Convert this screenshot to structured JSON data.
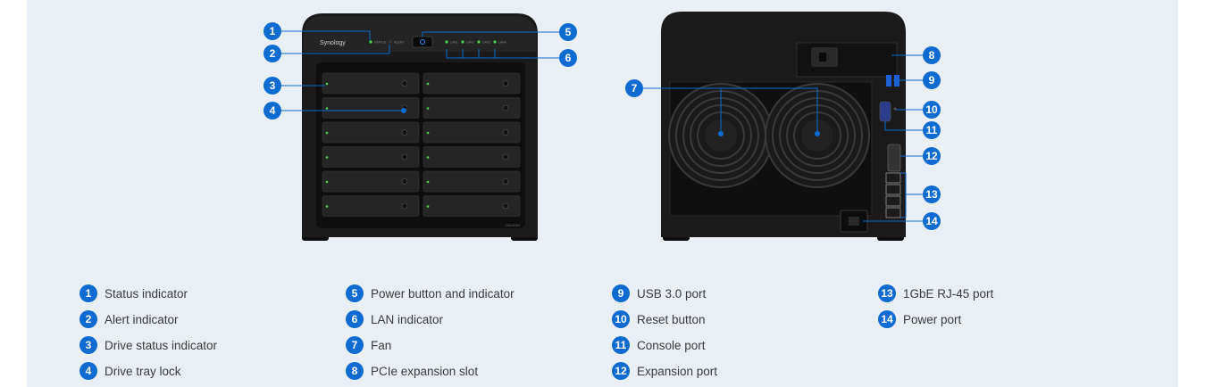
{
  "front": {
    "brand": "Synology",
    "model": "DS2415+",
    "status_led": "STATUS",
    "alert_led": "ALERT",
    "lan_leds": [
      "LAN1",
      "LAN2",
      "LAN3",
      "LAN4"
    ]
  },
  "callouts": [
    "1",
    "2",
    "3",
    "4",
    "5",
    "6",
    "7",
    "8",
    "9",
    "10",
    "11",
    "12",
    "13",
    "14"
  ],
  "legend": [
    {
      "num": "1",
      "label": "Status indicator"
    },
    {
      "num": "2",
      "label": "Alert indicator"
    },
    {
      "num": "3",
      "label": "Drive status indicator"
    },
    {
      "num": "4",
      "label": "Drive tray lock"
    },
    {
      "num": "5",
      "label": "Power button and indicator"
    },
    {
      "num": "6",
      "label": "LAN indicator"
    },
    {
      "num": "7",
      "label": "Fan"
    },
    {
      "num": "8",
      "label": "PCIe expansion slot"
    },
    {
      "num": "9",
      "label": "USB 3.0 port"
    },
    {
      "num": "10",
      "label": "Reset button"
    },
    {
      "num": "11",
      "label": "Console port"
    },
    {
      "num": "12",
      "label": "Expansion port"
    },
    {
      "num": "13",
      "label": "1GbE RJ-45 port"
    },
    {
      "num": "14",
      "label": "Power port"
    }
  ],
  "colors": {
    "accent": "#0d6bd1",
    "device": "#151515",
    "background": "#e9eff5"
  }
}
